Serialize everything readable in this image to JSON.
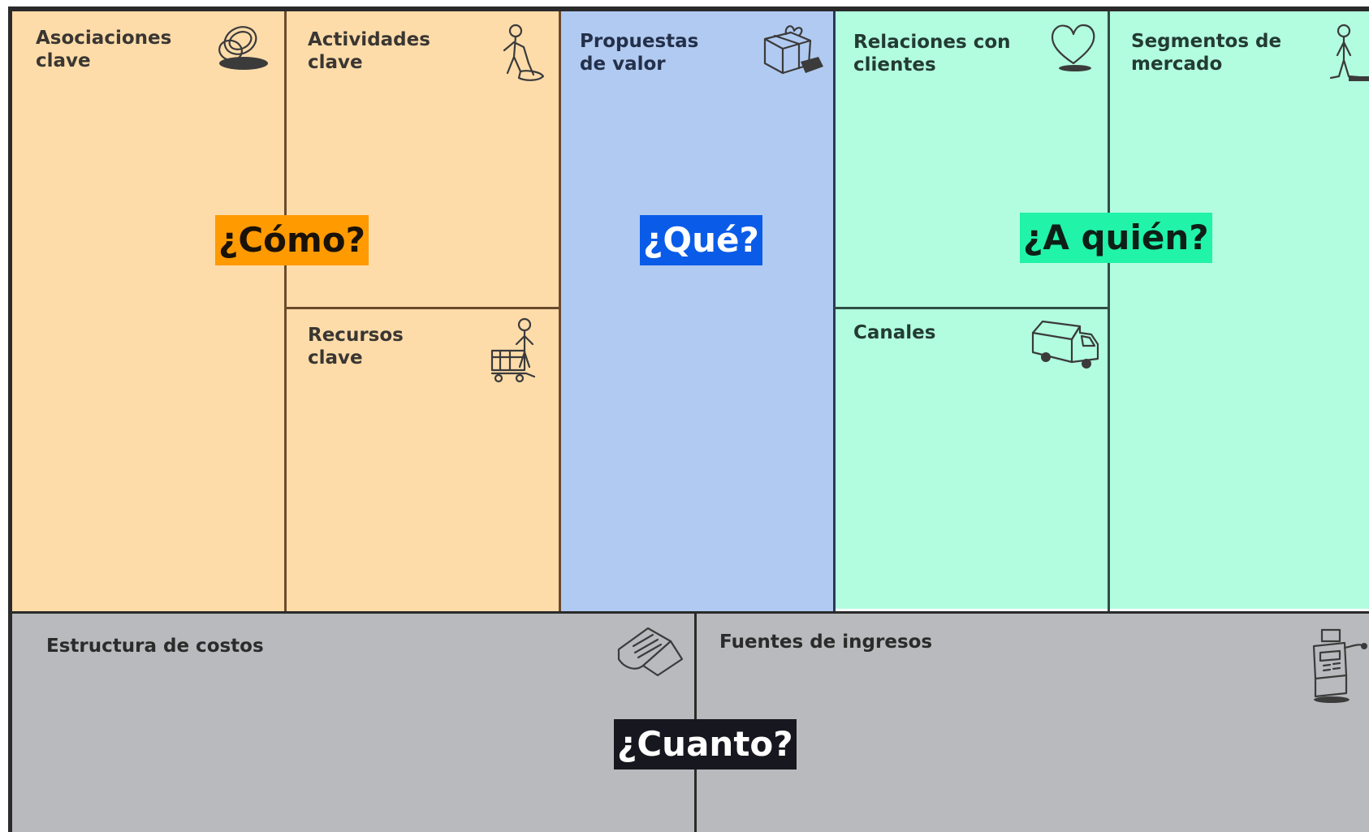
{
  "blocks": {
    "key_partners": {
      "label": "Asociaciones\nclave",
      "icon": "linked-rings-icon"
    },
    "key_activities": {
      "label": "Actividades\nclave",
      "icon": "worker-sweeping-icon"
    },
    "key_resources": {
      "label": "Recursos\nclave",
      "icon": "person-with-cart-icon"
    },
    "value_propositions": {
      "label": "Propuestas\nde valor",
      "icon": "gift-box-icon"
    },
    "customer_relationships": {
      "label": "Relaciones con\nclientes",
      "icon": "heart-icon"
    },
    "channels": {
      "label": "Canales",
      "icon": "delivery-truck-icon"
    },
    "customer_segments": {
      "label": "Segmentos de\nmercado",
      "icon": "person-standing-icon"
    },
    "cost_structure": {
      "label": "Estructura de costos",
      "icon": "receipt-icon"
    },
    "revenue_streams": {
      "label": "Fuentes de ingresos",
      "icon": "cash-register-icon"
    }
  },
  "questions": {
    "how": "¿Cómo?",
    "what": "¿Qué?",
    "who": "¿A quién?",
    "how_much": "¿Cuanto?"
  },
  "colors": {
    "how_area": "#fddcaa",
    "what_area": "#b1caf1",
    "who_area": "#b2fde0",
    "cost_area": "#b9babd",
    "how_badge": "#ff9a00",
    "what_badge": "#0a5ce8",
    "who_badge": "#21f3a8",
    "how_much_badge": "#17171f"
  }
}
